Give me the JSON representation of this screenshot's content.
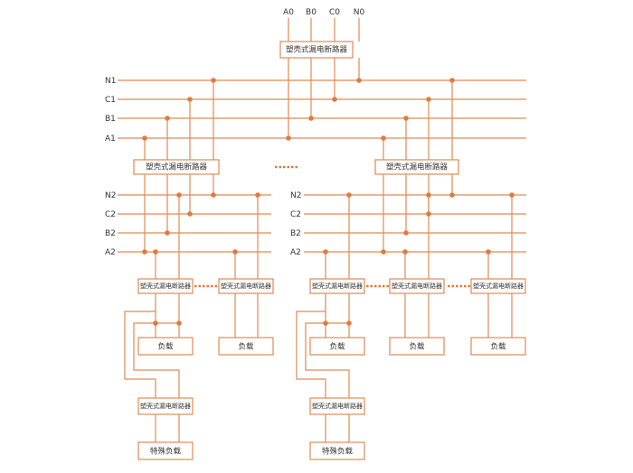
{
  "source_labels": {
    "a0": "A0",
    "b0": "B0",
    "c0": "C0",
    "n0": "N0"
  },
  "bus1_labels": {
    "n1": "N1",
    "c1": "C1",
    "b1": "B1",
    "a1": "A1"
  },
  "bus2_left_labels": {
    "n2": "N2",
    "c2": "C2",
    "b2": "B2",
    "a2": "A2"
  },
  "bus2_right_labels": {
    "n2": "N2",
    "c2": "C2",
    "b2": "B2",
    "a2": "A2"
  },
  "breaker_label": "塑壳式漏电断路器",
  "load_label": "负载",
  "special_load_label": "特殊负载"
}
